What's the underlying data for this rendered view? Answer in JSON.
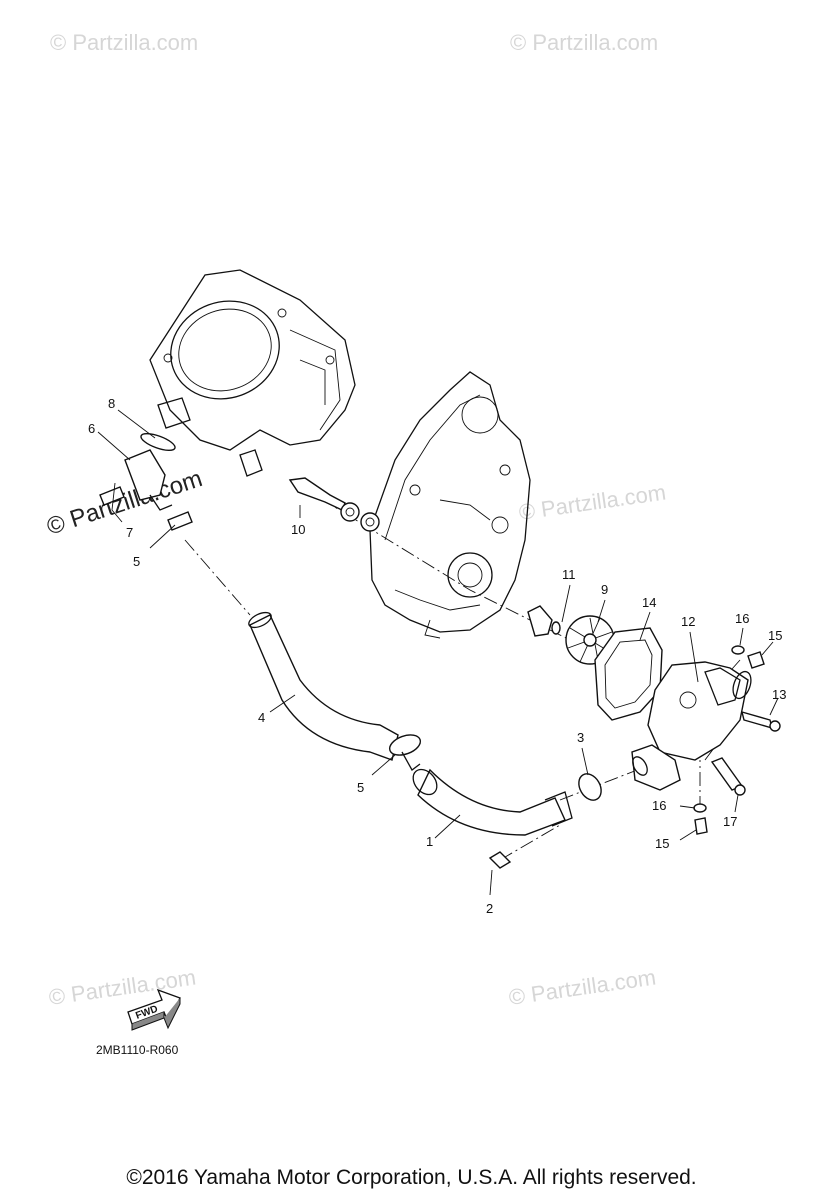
{
  "watermark": {
    "text": "© Partzilla.com",
    "main_text": "© Partzilla.com"
  },
  "callouts": [
    "1",
    "2",
    "3",
    "4",
    "5",
    "5",
    "6",
    "7",
    "8",
    "9",
    "10",
    "11",
    "12",
    "13",
    "14",
    "15",
    "15",
    "16",
    "16",
    "17"
  ],
  "fwd_label": "FWD",
  "diagram_code": "2MB1110-R060",
  "copyright": "©2016  Yamaha Motor Corporation, U.S.A. All rights reserved."
}
